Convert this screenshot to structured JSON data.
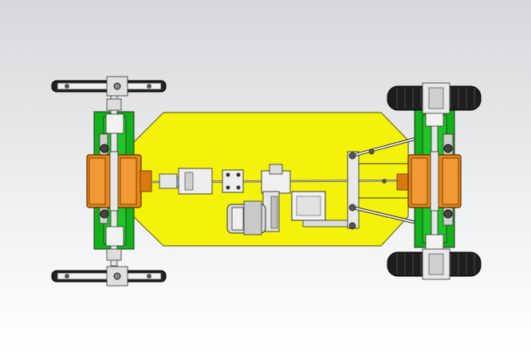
{
  "scene": {
    "description_visible_text": "",
    "colors": {
      "chassis_plate": "#f4f20a",
      "axle_bracket": "#12b21a",
      "gearbox_housing": "#e98615",
      "tire": "#202020",
      "metal": "#e6e6e6",
      "motor": "#d9d9d9",
      "outline": "#3a3a3a"
    },
    "components": [
      {
        "id": "chassis-plate",
        "label": ""
      },
      {
        "id": "left-axle-bracket",
        "label": ""
      },
      {
        "id": "right-axle-bracket",
        "label": ""
      },
      {
        "id": "left-gearbox",
        "label": ""
      },
      {
        "id": "right-gearbox",
        "label": ""
      },
      {
        "id": "left-top-track-wheel",
        "label": ""
      },
      {
        "id": "left-bottom-track-wheel",
        "label": ""
      },
      {
        "id": "right-top-tire",
        "label": ""
      },
      {
        "id": "right-bottom-tire",
        "label": ""
      },
      {
        "id": "drive-shaft",
        "label": ""
      },
      {
        "id": "motor",
        "label": ""
      },
      {
        "id": "steering-linkage",
        "label": ""
      }
    ]
  }
}
